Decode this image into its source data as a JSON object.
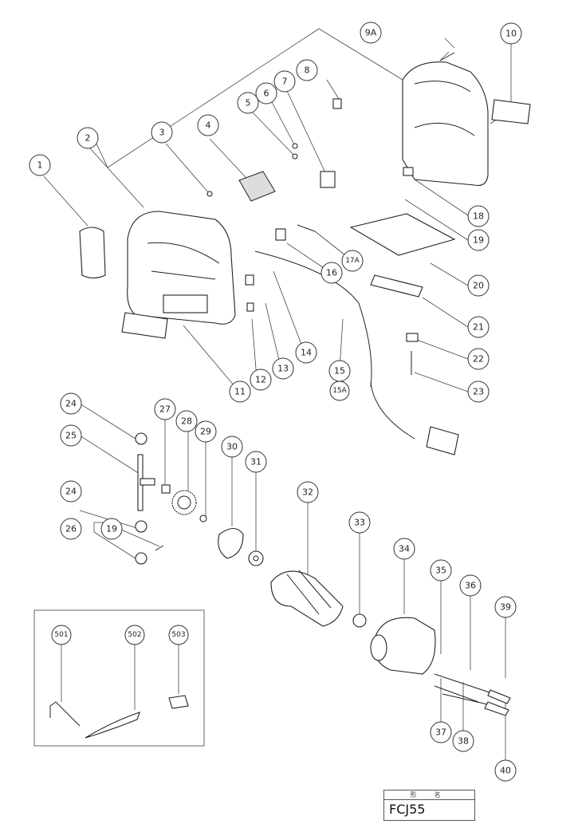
{
  "title_block": {
    "header": "形 名",
    "model": "FCJ55"
  },
  "callouts": [
    {
      "id": "1",
      "label": "1"
    },
    {
      "id": "2",
      "label": "2"
    },
    {
      "id": "3",
      "label": "3"
    },
    {
      "id": "4",
      "label": "4"
    },
    {
      "id": "5",
      "label": "5"
    },
    {
      "id": "6",
      "label": "6"
    },
    {
      "id": "7",
      "label": "7"
    },
    {
      "id": "8",
      "label": "8"
    },
    {
      "id": "9A",
      "label": "9A"
    },
    {
      "id": "10",
      "label": "10"
    },
    {
      "id": "11",
      "label": "11"
    },
    {
      "id": "12",
      "label": "12"
    },
    {
      "id": "13",
      "label": "13"
    },
    {
      "id": "14",
      "label": "14"
    },
    {
      "id": "15",
      "label": "15"
    },
    {
      "id": "15A",
      "label": "15A"
    },
    {
      "id": "16",
      "label": "16"
    },
    {
      "id": "17A",
      "label": "17A"
    },
    {
      "id": "18",
      "label": "18"
    },
    {
      "id": "19a",
      "label": "19"
    },
    {
      "id": "20",
      "label": "20"
    },
    {
      "id": "21",
      "label": "21"
    },
    {
      "id": "22",
      "label": "22"
    },
    {
      "id": "23",
      "label": "23"
    },
    {
      "id": "24a",
      "label": "24"
    },
    {
      "id": "25",
      "label": "25"
    },
    {
      "id": "24b",
      "label": "24"
    },
    {
      "id": "26",
      "label": "26"
    },
    {
      "id": "19b",
      "label": "19"
    },
    {
      "id": "27",
      "label": "27"
    },
    {
      "id": "28",
      "label": "28"
    },
    {
      "id": "29",
      "label": "29"
    },
    {
      "id": "30",
      "label": "30"
    },
    {
      "id": "31",
      "label": "31"
    },
    {
      "id": "32",
      "label": "32"
    },
    {
      "id": "33",
      "label": "33"
    },
    {
      "id": "34",
      "label": "34"
    },
    {
      "id": "35",
      "label": "35"
    },
    {
      "id": "36",
      "label": "36"
    },
    {
      "id": "39",
      "label": "39"
    },
    {
      "id": "37",
      "label": "37"
    },
    {
      "id": "38",
      "label": "38"
    },
    {
      "id": "40",
      "label": "40"
    },
    {
      "id": "501",
      "label": "501"
    },
    {
      "id": "502",
      "label": "502"
    },
    {
      "id": "503",
      "label": "503"
    }
  ]
}
